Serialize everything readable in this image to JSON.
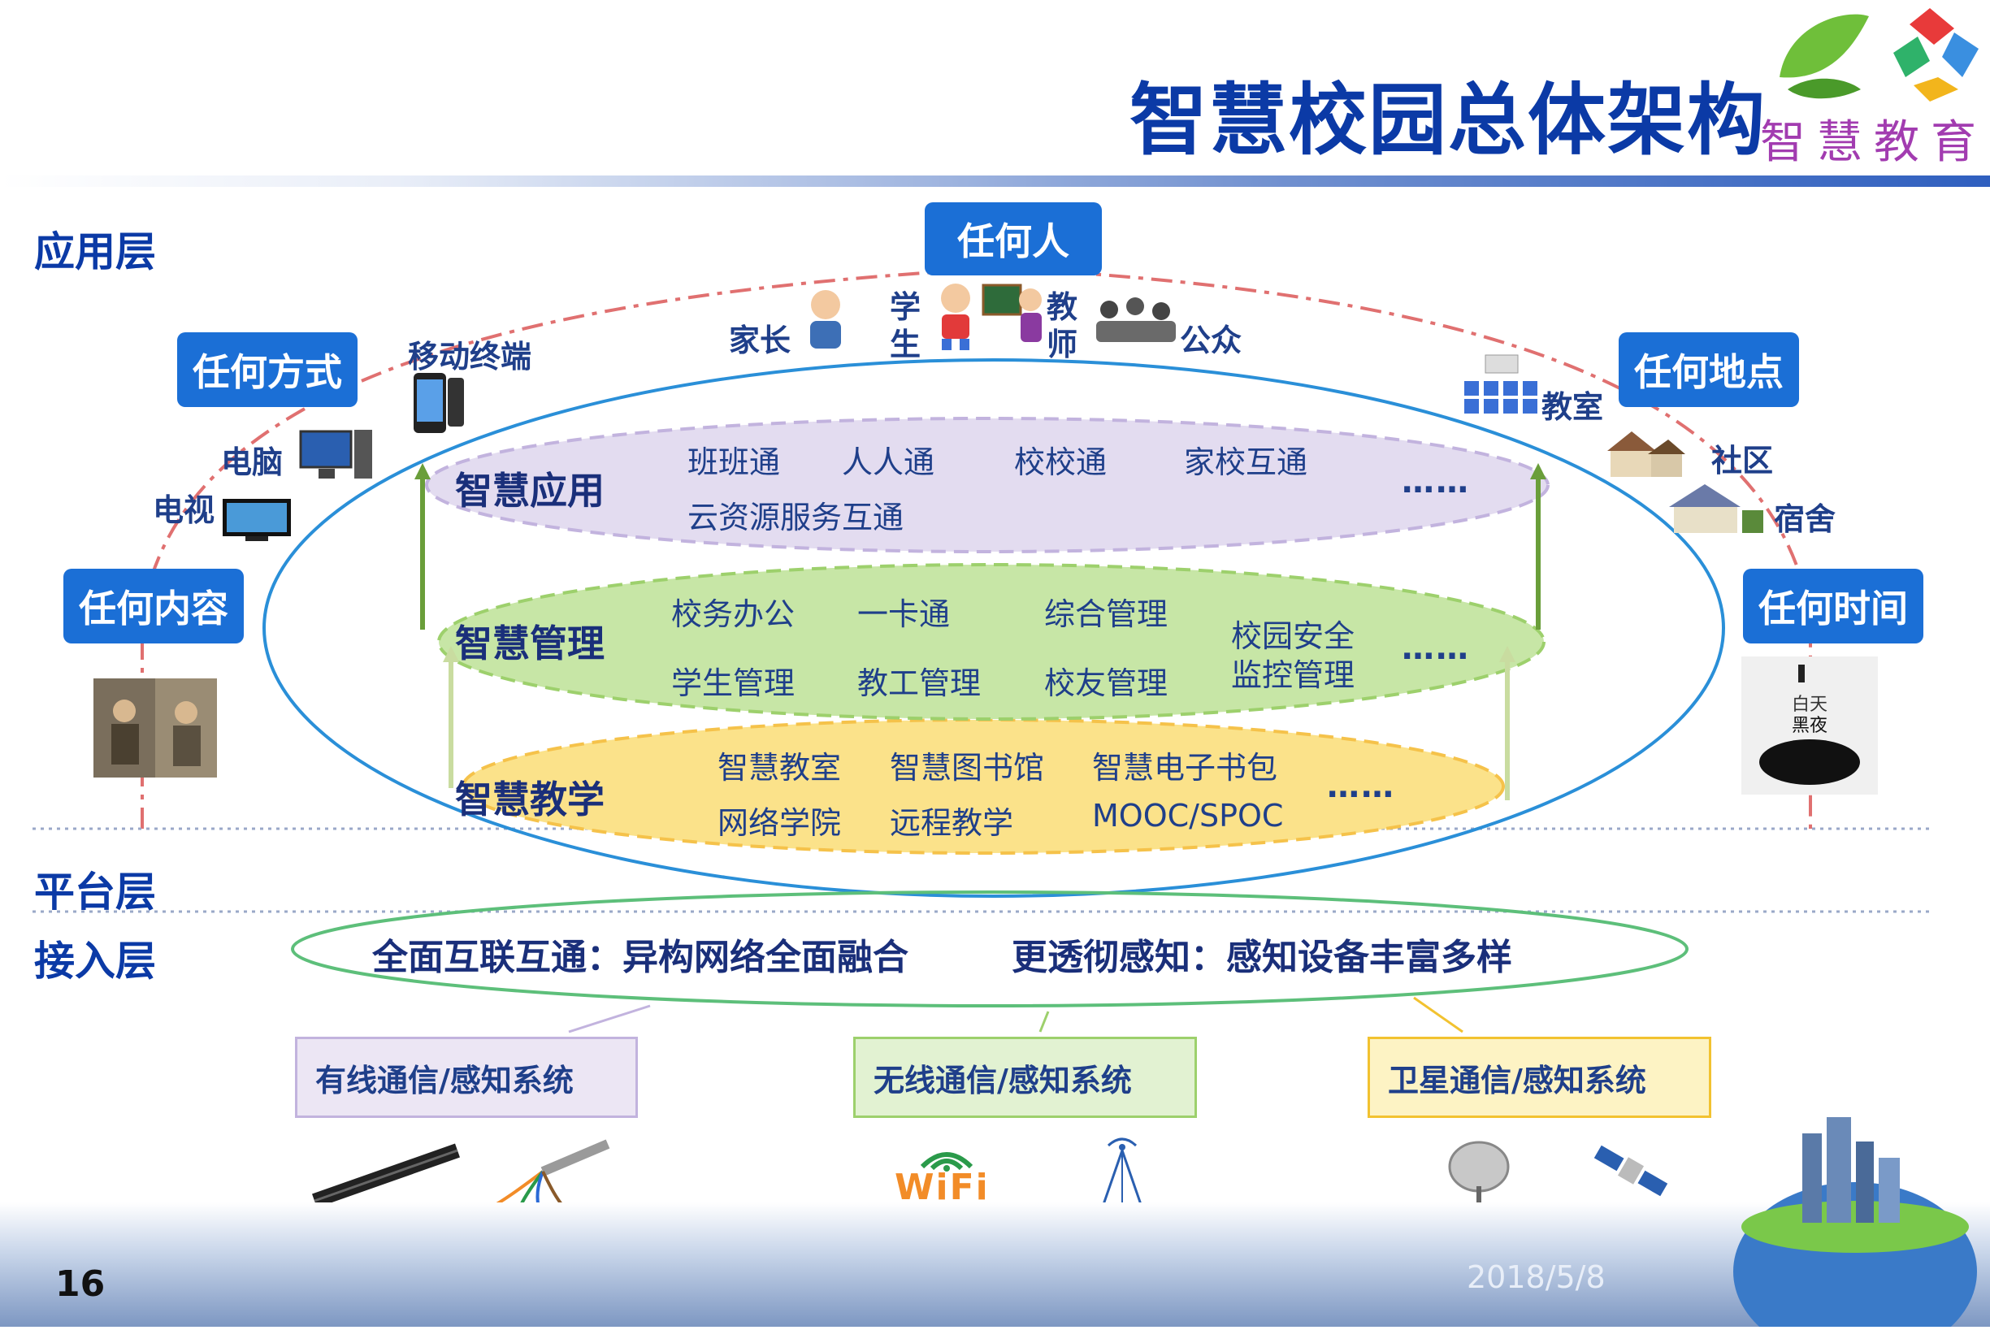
{
  "header": {
    "title": "智慧校园总体架构",
    "logo_text": "智慧教育"
  },
  "layers": {
    "application": "应用层",
    "platform": "平台层",
    "access": "接入层"
  },
  "anytags": {
    "anyone": "任何人",
    "anyway": "任何方式",
    "anyplace": "任何地点",
    "anycontent": "任何内容",
    "anytime": "任何时间"
  },
  "people": {
    "parent": "家长",
    "student": "学生",
    "teacher": "教师",
    "public": "公众"
  },
  "devices": {
    "mobile": "移动终端",
    "pc": "电脑",
    "tv": "电视"
  },
  "places": {
    "classroom": "教室",
    "community": "社区",
    "dorm": "宿舍"
  },
  "bands": {
    "app": {
      "title": "智慧应用",
      "items": [
        "班班通",
        "人人通",
        "校校通",
        "家校互通",
        "云资源服务互通"
      ],
      "more": "……"
    },
    "mgmt": {
      "title": "智慧管理",
      "items": [
        "校务办公",
        "一卡通",
        "综合管理",
        "学生管理",
        "教工管理",
        "校友管理"
      ],
      "security_line1": "校园安全",
      "security_line2": "监控管理",
      "more": "……"
    },
    "teach": {
      "title": "智慧教学",
      "items": [
        "智慧教室",
        "智慧图书馆",
        "智慧电子书包",
        "网络学院",
        "远程教学",
        "MOOC/SPOC"
      ],
      "more": "……"
    }
  },
  "access": {
    "left": "全面互联互通：异构网络全面融合",
    "right": "更透彻感知：感知设备丰富多样",
    "systems": [
      "有线通信/感知系统",
      "无线通信/感知系统",
      "卫星通信/感知系统"
    ],
    "wifi_text": "WiFi"
  },
  "footer": {
    "page": "16",
    "date": "2018/5/8"
  },
  "colors": {
    "title": "#0b3aa6",
    "button": "#1b6fd6",
    "band_app": "#e3dcf0",
    "band_mgmt": "#c7e6a6",
    "band_teach": "#fbe28a",
    "ellipse": "#2a8fd8"
  }
}
